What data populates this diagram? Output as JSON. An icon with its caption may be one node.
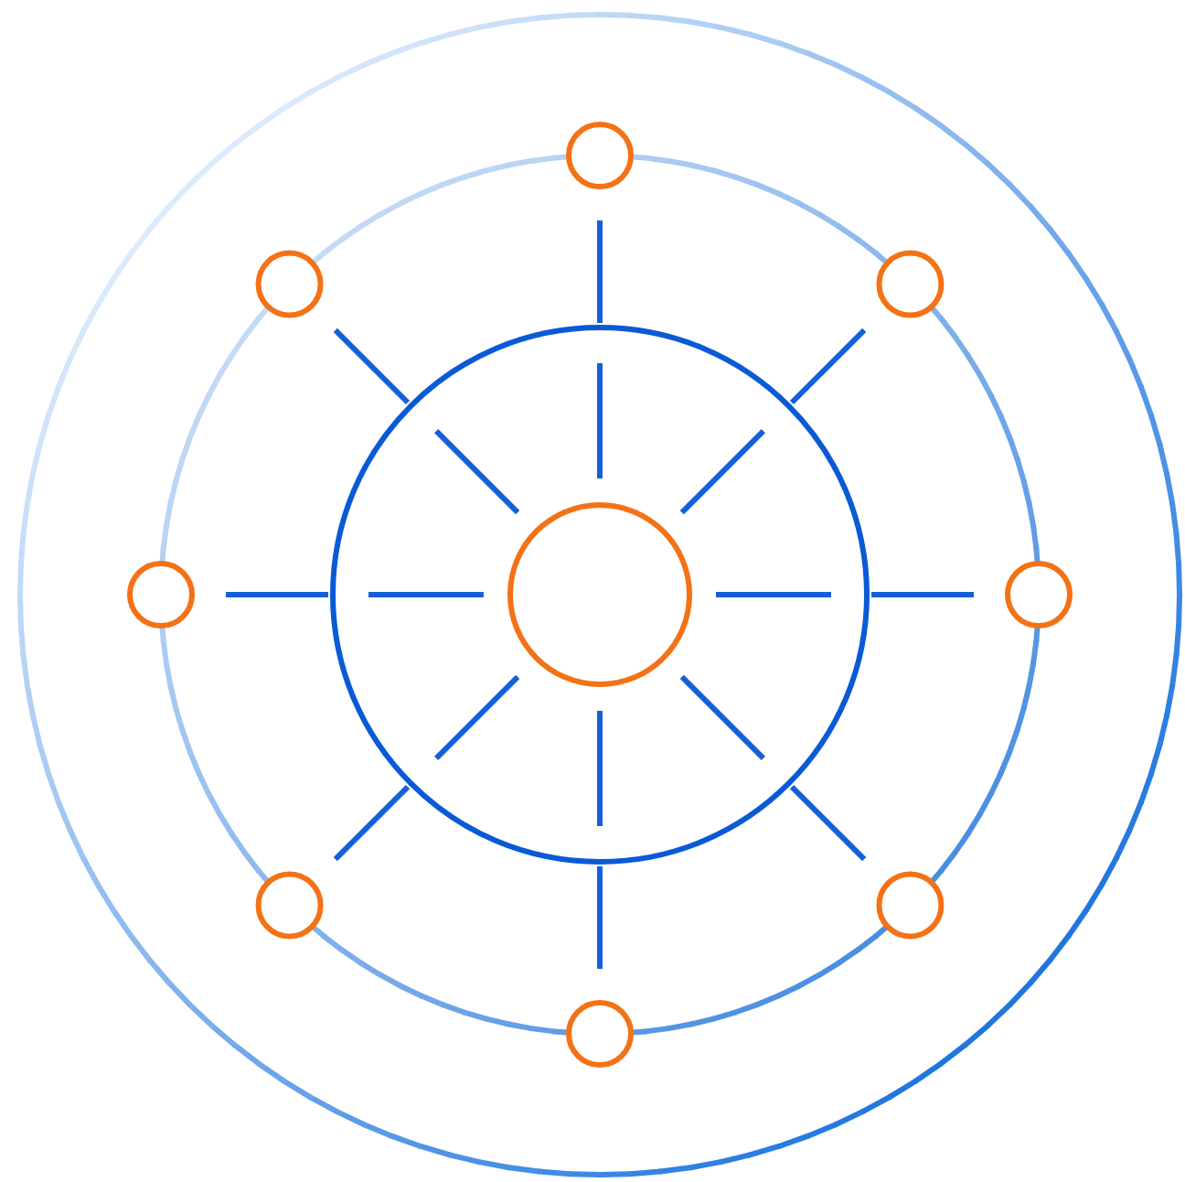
{
  "diagram": {
    "nodes": [
      {
        "text": [],
        "shape": "circle"
      },
      {
        "text": [],
        "shape": "circle",
        "in": 0
      },
      {
        "text": [],
        "shape": "circle"
      },
      {
        "text": [],
        "shape": "circle"
      },
      {
        "text": [],
        "shape": "circle"
      },
      {
        "text": [],
        "shape": "circle"
      },
      {
        "text": [],
        "shape": "circle"
      },
      {
        "text": [],
        "shape": "circle"
      },
      {
        "text": [],
        "shape": "circle"
      },
      {
        "text": [],
        "shape": "circle"
      }
    ],
    "edges": [
      {
        "from": 1,
        "to": 0,
        "arrow": "none"
      },
      {
        "from": 1,
        "to": 0,
        "arrow": "none"
      },
      {
        "from": 1,
        "to": 0,
        "arrow": "none"
      },
      {
        "from": 1,
        "to": 0,
        "arrow": "none"
      },
      {
        "from": 1,
        "to": 0,
        "arrow": "none"
      },
      {
        "from": 1,
        "to": 0,
        "arrow": "none"
      },
      {
        "from": 1,
        "to": 0,
        "arrow": "none"
      },
      {
        "from": 1,
        "to": 0,
        "arrow": "none"
      },
      {
        "from": 0,
        "to": 2,
        "arrow": "none"
      },
      {
        "from": 0,
        "to": 3,
        "arrow": "none"
      },
      {
        "from": 0,
        "to": 4,
        "arrow": "none"
      },
      {
        "from": 0,
        "to": 5,
        "arrow": "none"
      },
      {
        "from": 0,
        "to": 6,
        "arrow": "none"
      },
      {
        "from": 0,
        "to": 7,
        "arrow": "none"
      },
      {
        "from": 0,
        "to": 8,
        "arrow": "none"
      },
      {
        "from": 0,
        "to": 9,
        "arrow": "none"
      }
    ]
  }
}
